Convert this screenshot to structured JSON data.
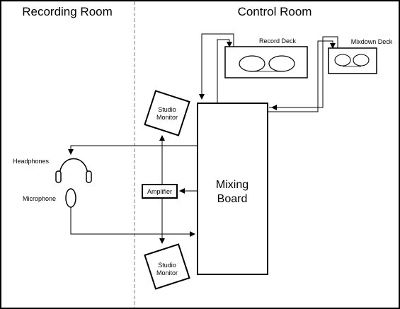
{
  "rooms": {
    "recording": "Recording Room",
    "control": "Control Room"
  },
  "devices": {
    "record_deck": "Record Deck",
    "mixdown_deck": "Mixdown Deck",
    "monitor_top": [
      "Studio",
      "Monitor"
    ],
    "monitor_bottom": [
      "Studio",
      "Monitor"
    ],
    "amplifier": "Amplifier",
    "mixing_board": [
      "Mixing",
      "Board"
    ],
    "headphones": "Headphones",
    "microphone": "Microphone"
  }
}
